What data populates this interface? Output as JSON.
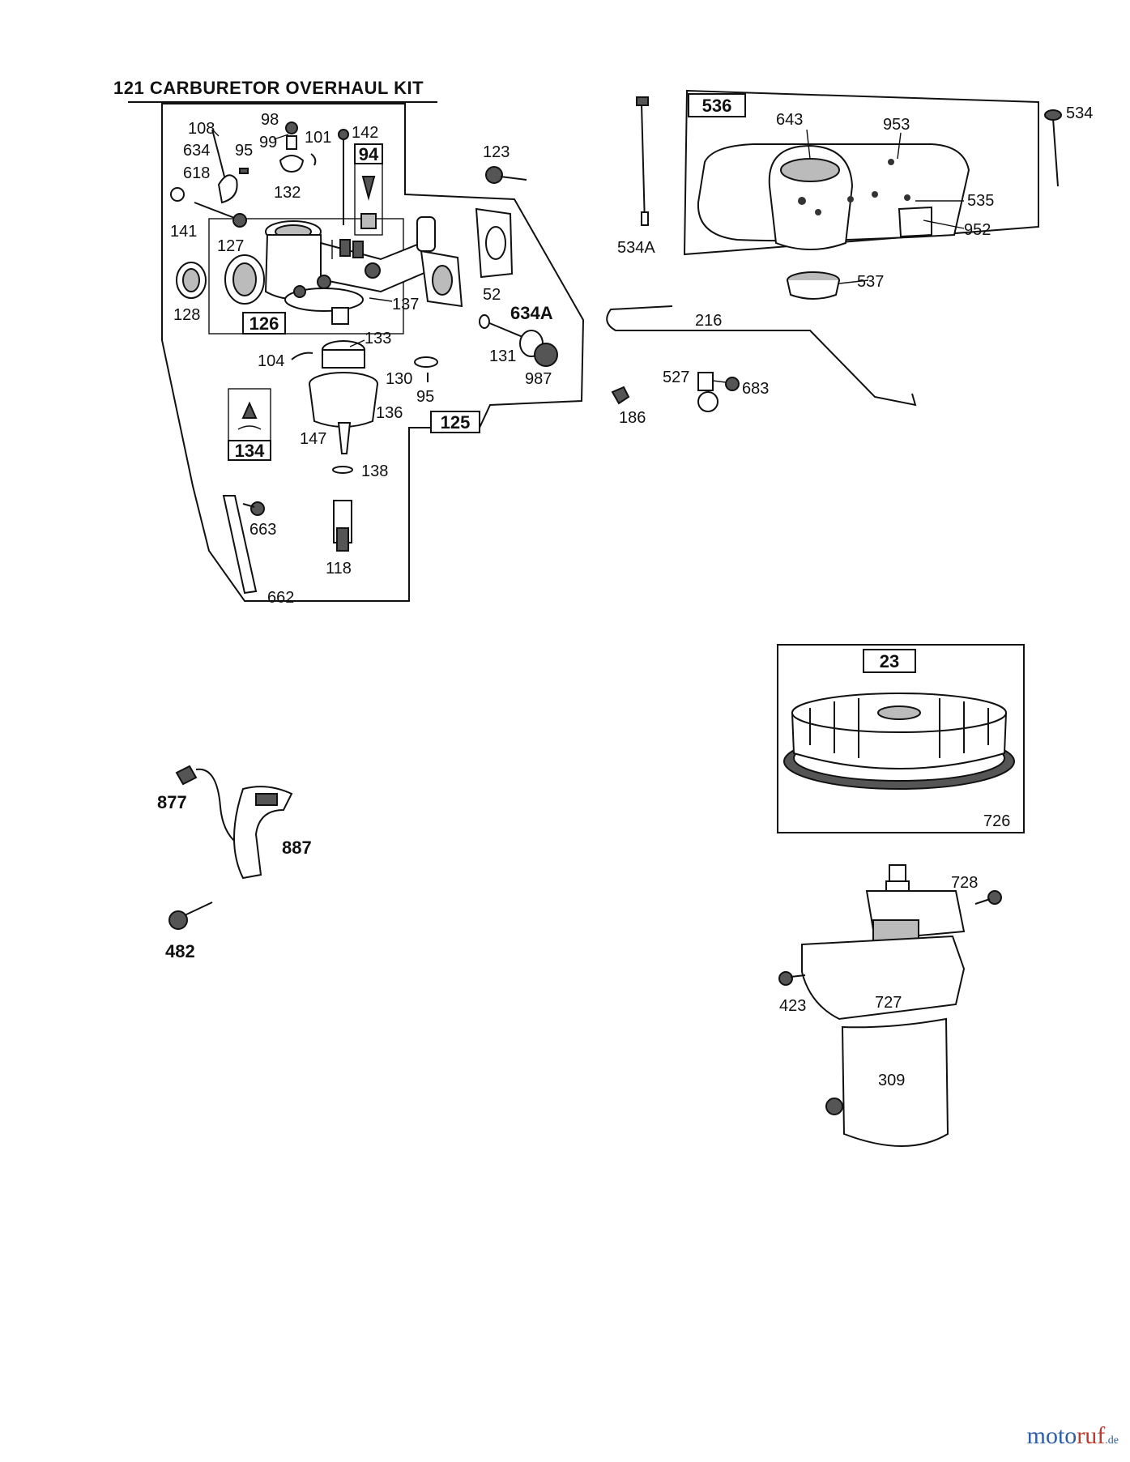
{
  "title": "121 CARBURETOR OVERHAUL KIT",
  "boxed_labels": {
    "b94": "94",
    "b126": "126",
    "b125": "125",
    "b134": "134",
    "b536": "536",
    "b23": "23"
  },
  "labels": {
    "l108": "108",
    "l634": "634",
    "l95a": "95",
    "l618": "618",
    "l98": "98",
    "l99": "99",
    "l101": "101",
    "l142": "142",
    "l132": "132",
    "l141": "141",
    "l127": "127",
    "l128": "128",
    "l123": "123",
    "l52": "52",
    "l137": "137",
    "l634a": "634A",
    "l131": "131",
    "l987": "987",
    "l133": "133",
    "l104": "104",
    "l130": "130",
    "l95b": "95",
    "l136": "136",
    "l147": "147",
    "l138": "138",
    "l663": "663",
    "l118": "118",
    "l662": "662",
    "l534a": "534A",
    "l643": "643",
    "l953": "953",
    "l534": "534",
    "l535": "535",
    "l952": "952",
    "l537": "537",
    "l216": "216",
    "l527": "527",
    "l683": "683",
    "l186": "186",
    "l726": "726",
    "l877": "877",
    "l887": "887",
    "l482": "482",
    "l728": "728",
    "l423": "423",
    "l727": "727",
    "l309": "309"
  },
  "watermark": {
    "part1": "moto",
    "part2": "ruf",
    "part3": ".de"
  }
}
